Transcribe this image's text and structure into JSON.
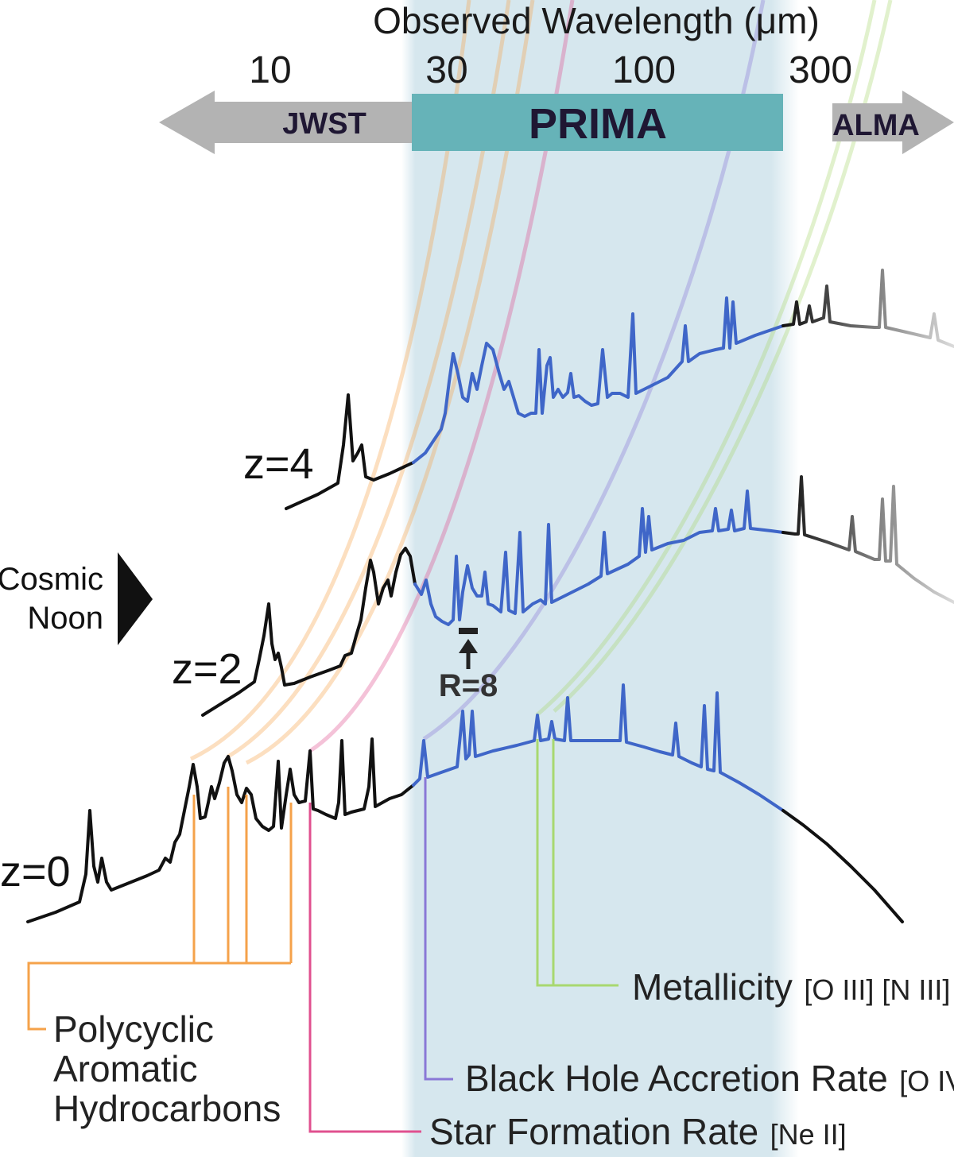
{
  "axis": {
    "title": "Observed Wavelength (μm)",
    "ticks": [
      "10",
      "30",
      "100",
      "300"
    ]
  },
  "instruments": {
    "jwst": "JWST",
    "prima": "PRIMA",
    "alma": "ALMA"
  },
  "redshifts": {
    "z4": "z=4",
    "z2": "z=2",
    "z0": "z=0"
  },
  "cosmic_noon": {
    "line1": "Cosmic",
    "line2": "Noon"
  },
  "resolution_label": "R=8",
  "diagnostics": {
    "pah": {
      "line1": "Polycyclic",
      "line2": "Aromatic",
      "line3": "Hydrocarbons"
    },
    "metallicity": {
      "name": "Metallicity",
      "lines": "[O III] [N III]"
    },
    "bhar": {
      "name": "Black Hole Accretion Rate",
      "lines": "[O IV]"
    },
    "sfr": {
      "name": "Star Formation Rate",
      "lines": "[Ne II]"
    }
  },
  "colors": {
    "prima_band": "#d6e7ee",
    "prima_bar": "#66b3b8",
    "arrow_gray": "#b3b3b3",
    "spectrum_in_band": "#3f66c8",
    "spectrum_outside": "#111111",
    "pah": "#f5a24a",
    "sfr": "#e0508f",
    "bhar": "#8a78d6",
    "metallicity": "#a8d870"
  }
}
